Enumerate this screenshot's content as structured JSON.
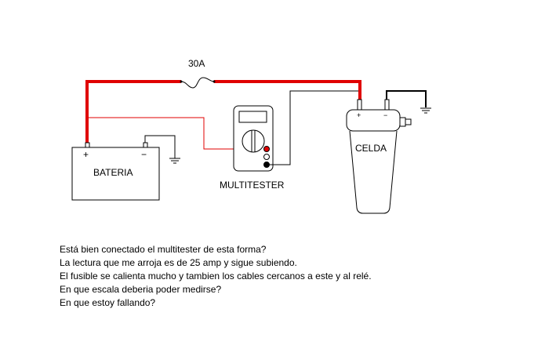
{
  "diagram": {
    "fuse_label": "30A",
    "battery_label": "BATERIA",
    "battery_plus": "+",
    "battery_minus": "−",
    "multimeter_label": "MULTITESTER",
    "cell_label": "CELDA",
    "cell_plus": "+",
    "cell_minus": "−",
    "colors": {
      "positive_wire": "#e00000",
      "negative_wire": "#000000"
    }
  },
  "questions": [
    "Está bien conectado el multitester de esta forma?",
    "La lectura que me arroja es de 25 amp y sigue subiendo.",
    "El fusible se calienta mucho y tambien los cables cercanos a este y al relé.",
    "En que escala deberia poder medirse?",
    "En que estoy fallando?"
  ]
}
